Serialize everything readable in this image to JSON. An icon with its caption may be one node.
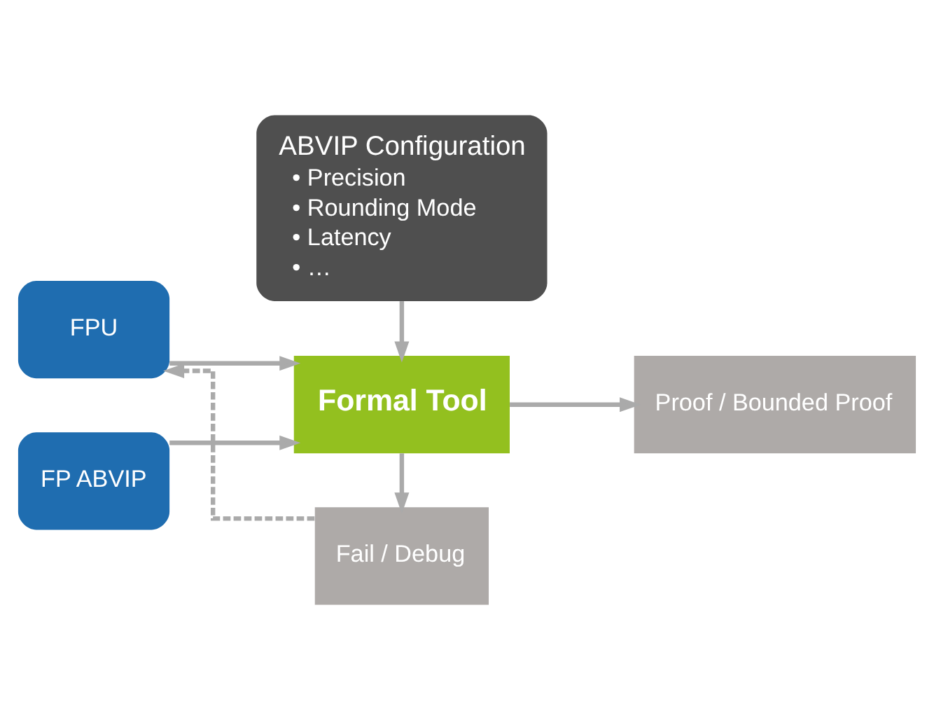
{
  "diagram": {
    "nodes": [
      {
        "text": [
          "FPU"
        ]
      },
      {
        "text": [
          "FP ABVIP"
        ]
      },
      {
        "text": [
          "Formal Tool"
        ]
      },
      {
        "text": [
          "Fail / Debug"
        ]
      },
      {
        "text": [
          "Proof / Bounded Proof"
        ]
      },
      {
        "text": [
          "ABVIP Configuration",
          "• Precision",
          "• Rounding Mode",
          "• Latency",
          "• …"
        ]
      }
    ],
    "edges": [
      {
        "from": 0,
        "to": 2,
        "arrow": "to"
      },
      {
        "from": 1,
        "to": 2,
        "arrow": "to"
      },
      {
        "from": 2,
        "to": 3,
        "arrow": "to"
      },
      {
        "from": 2,
        "to": 4,
        "arrow": "to"
      },
      {
        "from": 5,
        "to": 2,
        "arrow": "to"
      },
      {
        "from": 3,
        "to": 0,
        "arrow": "to",
        "style": "dashed"
      }
    ]
  }
}
